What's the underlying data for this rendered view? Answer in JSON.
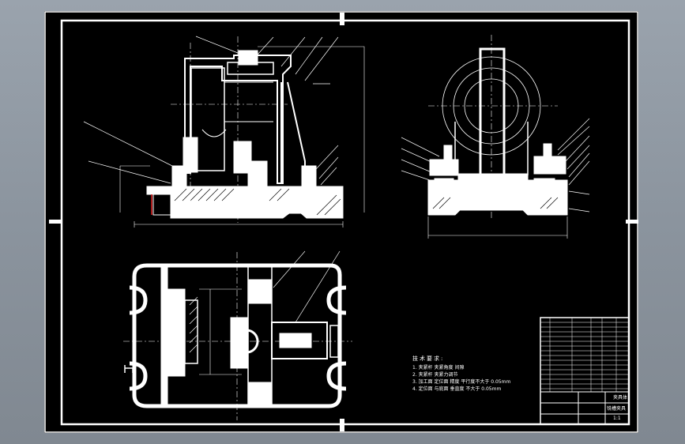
{
  "technical_requirements": {
    "heading": "技术要求:",
    "items": [
      "1. 夹紧杆 夹紧角度 间隙",
      "2. 夹紧杆 夹紧力调节",
      "3. 加工面 定位面 精度 平行度不大于 0.05mm",
      "4. 定位面 与底面 垂直度 不大于 0.05mm"
    ]
  },
  "title_block": {
    "drawing_title": "夹具体",
    "drawing_no": "铣槽夹具",
    "scale": "1:1"
  },
  "colors": {
    "sheet": "#000000",
    "line": "#ffffff",
    "accent": "#e02020",
    "background": "#8f98a2"
  }
}
